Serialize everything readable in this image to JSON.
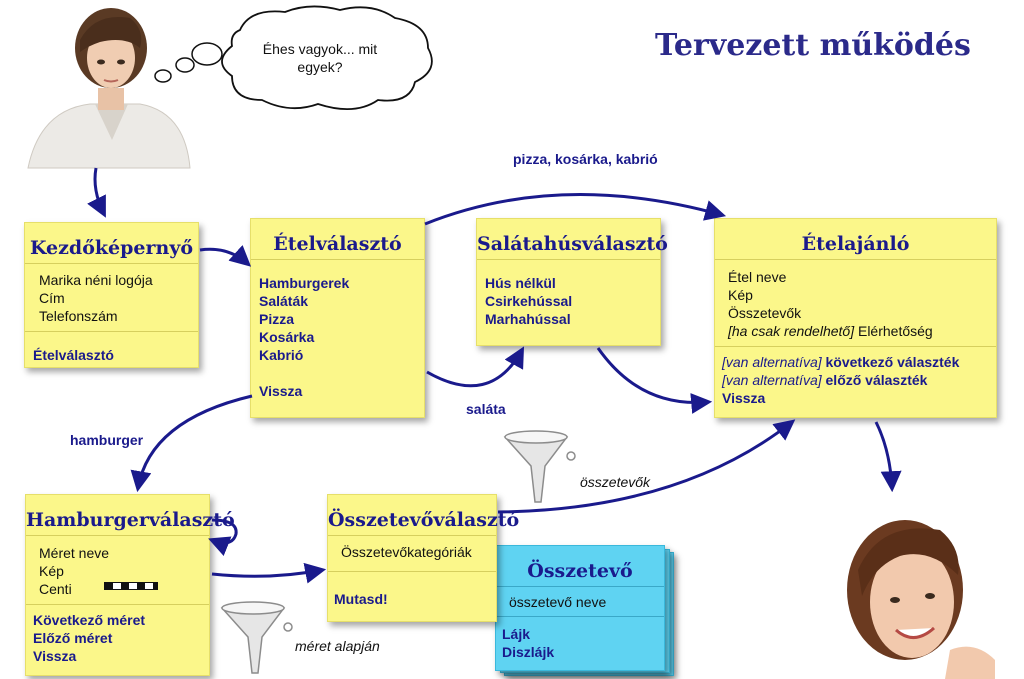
{
  "title": "Tervezett működés",
  "thought": "Éhes vagyok... mit egyek?",
  "cards": {
    "kezdo": {
      "title": "Kezdőképernyő",
      "content": [
        "Marika néni logója",
        "Cím",
        "Telefonszám"
      ],
      "links": [
        "Ételválasztó"
      ]
    },
    "etelvalaszto": {
      "title": "Ételválasztó",
      "links": [
        "Hamburgerek",
        "Saláták",
        "Pizza",
        "Kosárka",
        "Kabrió"
      ],
      "back": "Vissza"
    },
    "salata": {
      "title": "Salátahúsválasztó",
      "links": [
        "Hús nélkül",
        "Csirkehússal",
        "Marhahússal"
      ]
    },
    "etelajanlo": {
      "title": "Ételajánló",
      "content": [
        "Étel neve",
        "Kép",
        "Összetevők"
      ],
      "cond_item": {
        "condition": "[ha csak rendelhető]",
        "text": "Elérhetőség"
      },
      "links": [
        {
          "condition": "[van alternatíva]",
          "text": "következő választék"
        },
        {
          "condition": "[van alternatíva]",
          "text": "előző választék"
        },
        {
          "condition": "",
          "text": "Vissza"
        }
      ]
    },
    "hamburger": {
      "title": "Hamburgerválasztó",
      "content": [
        "Méret neve",
        "Kép",
        "Centi"
      ],
      "links": [
        "Következő méret",
        "Előző méret",
        "Vissza"
      ]
    },
    "osszetevovalaszto": {
      "title": "Összetevőválasztó",
      "content": [
        "Összetevőkategóriák"
      ],
      "links": [
        "Mutasd!"
      ]
    },
    "osszetevo": {
      "title": "Összetevő",
      "content": [
        "összetevő neve"
      ],
      "links": [
        "Lájk",
        "Diszlájk"
      ]
    }
  },
  "arrow_labels": {
    "pizza": "pizza, kosárka, kabrió",
    "salata": "saláta",
    "hamburger": "hamburger",
    "osszetevok": "összetevők",
    "meret": "méret alapján"
  },
  "colors": {
    "note": "#fbf78a",
    "note_blue": "#5fd3f2",
    "arrow": "#1a1a8c",
    "title": "#2b2a8a"
  }
}
